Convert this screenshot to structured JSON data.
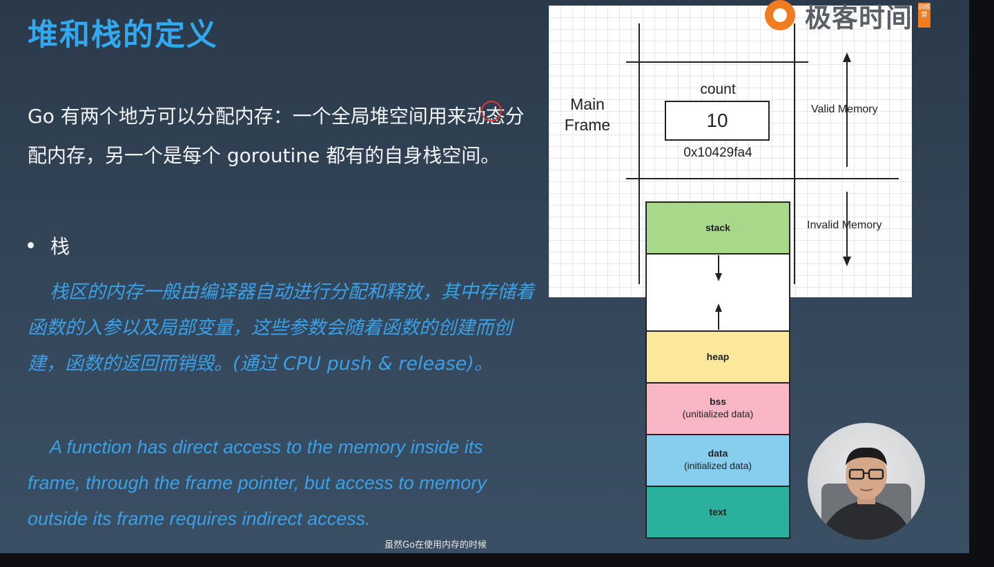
{
  "slide": {
    "title": "堆和栈的定义",
    "intro": "Go 有两个地方可以分配内存：一个全局堆空间用来动态分配内存，另一个是每个 goroutine 都有的自身栈空间。",
    "bullet": "栈",
    "zh_note": "栈区的内存一般由编译器自动进行分配和释放，其中存储着函数的入参以及局部变量，这些参数会随着函数的创建而创建，函数的返回而销毁。(通过 CPU push & release)。",
    "en_note": "A function has direct access to the memory inside its frame, through the frame pointer, but access to memory outside its frame requires indirect access."
  },
  "diagram": {
    "main_frame": "Main\nFrame",
    "count_label": "count",
    "count_value": "10",
    "address": "0x10429fa4",
    "valid_memory": "Valid Memory",
    "invalid_memory": "Invalid Memory"
  },
  "memory_layout": {
    "stack": "stack",
    "heap": "heap",
    "bss": "bss",
    "bss_sub": "(unitialized data)",
    "data": "data",
    "data_sub": "(initialized data)",
    "text": "text"
  },
  "brand": {
    "logo_text": "极客时间",
    "logo_tag": "训练营"
  },
  "video": {
    "subtitle": "虽然Go在使用内存的时候"
  },
  "colors": {
    "title": "#31a8f0",
    "note": "#3aa0e8",
    "stack": "#a8d88a",
    "heap": "#fbe89a",
    "bss": "#f9b7c5",
    "data": "#86cdee",
    "text": "#2ab09c",
    "brand": "#f07c20"
  }
}
